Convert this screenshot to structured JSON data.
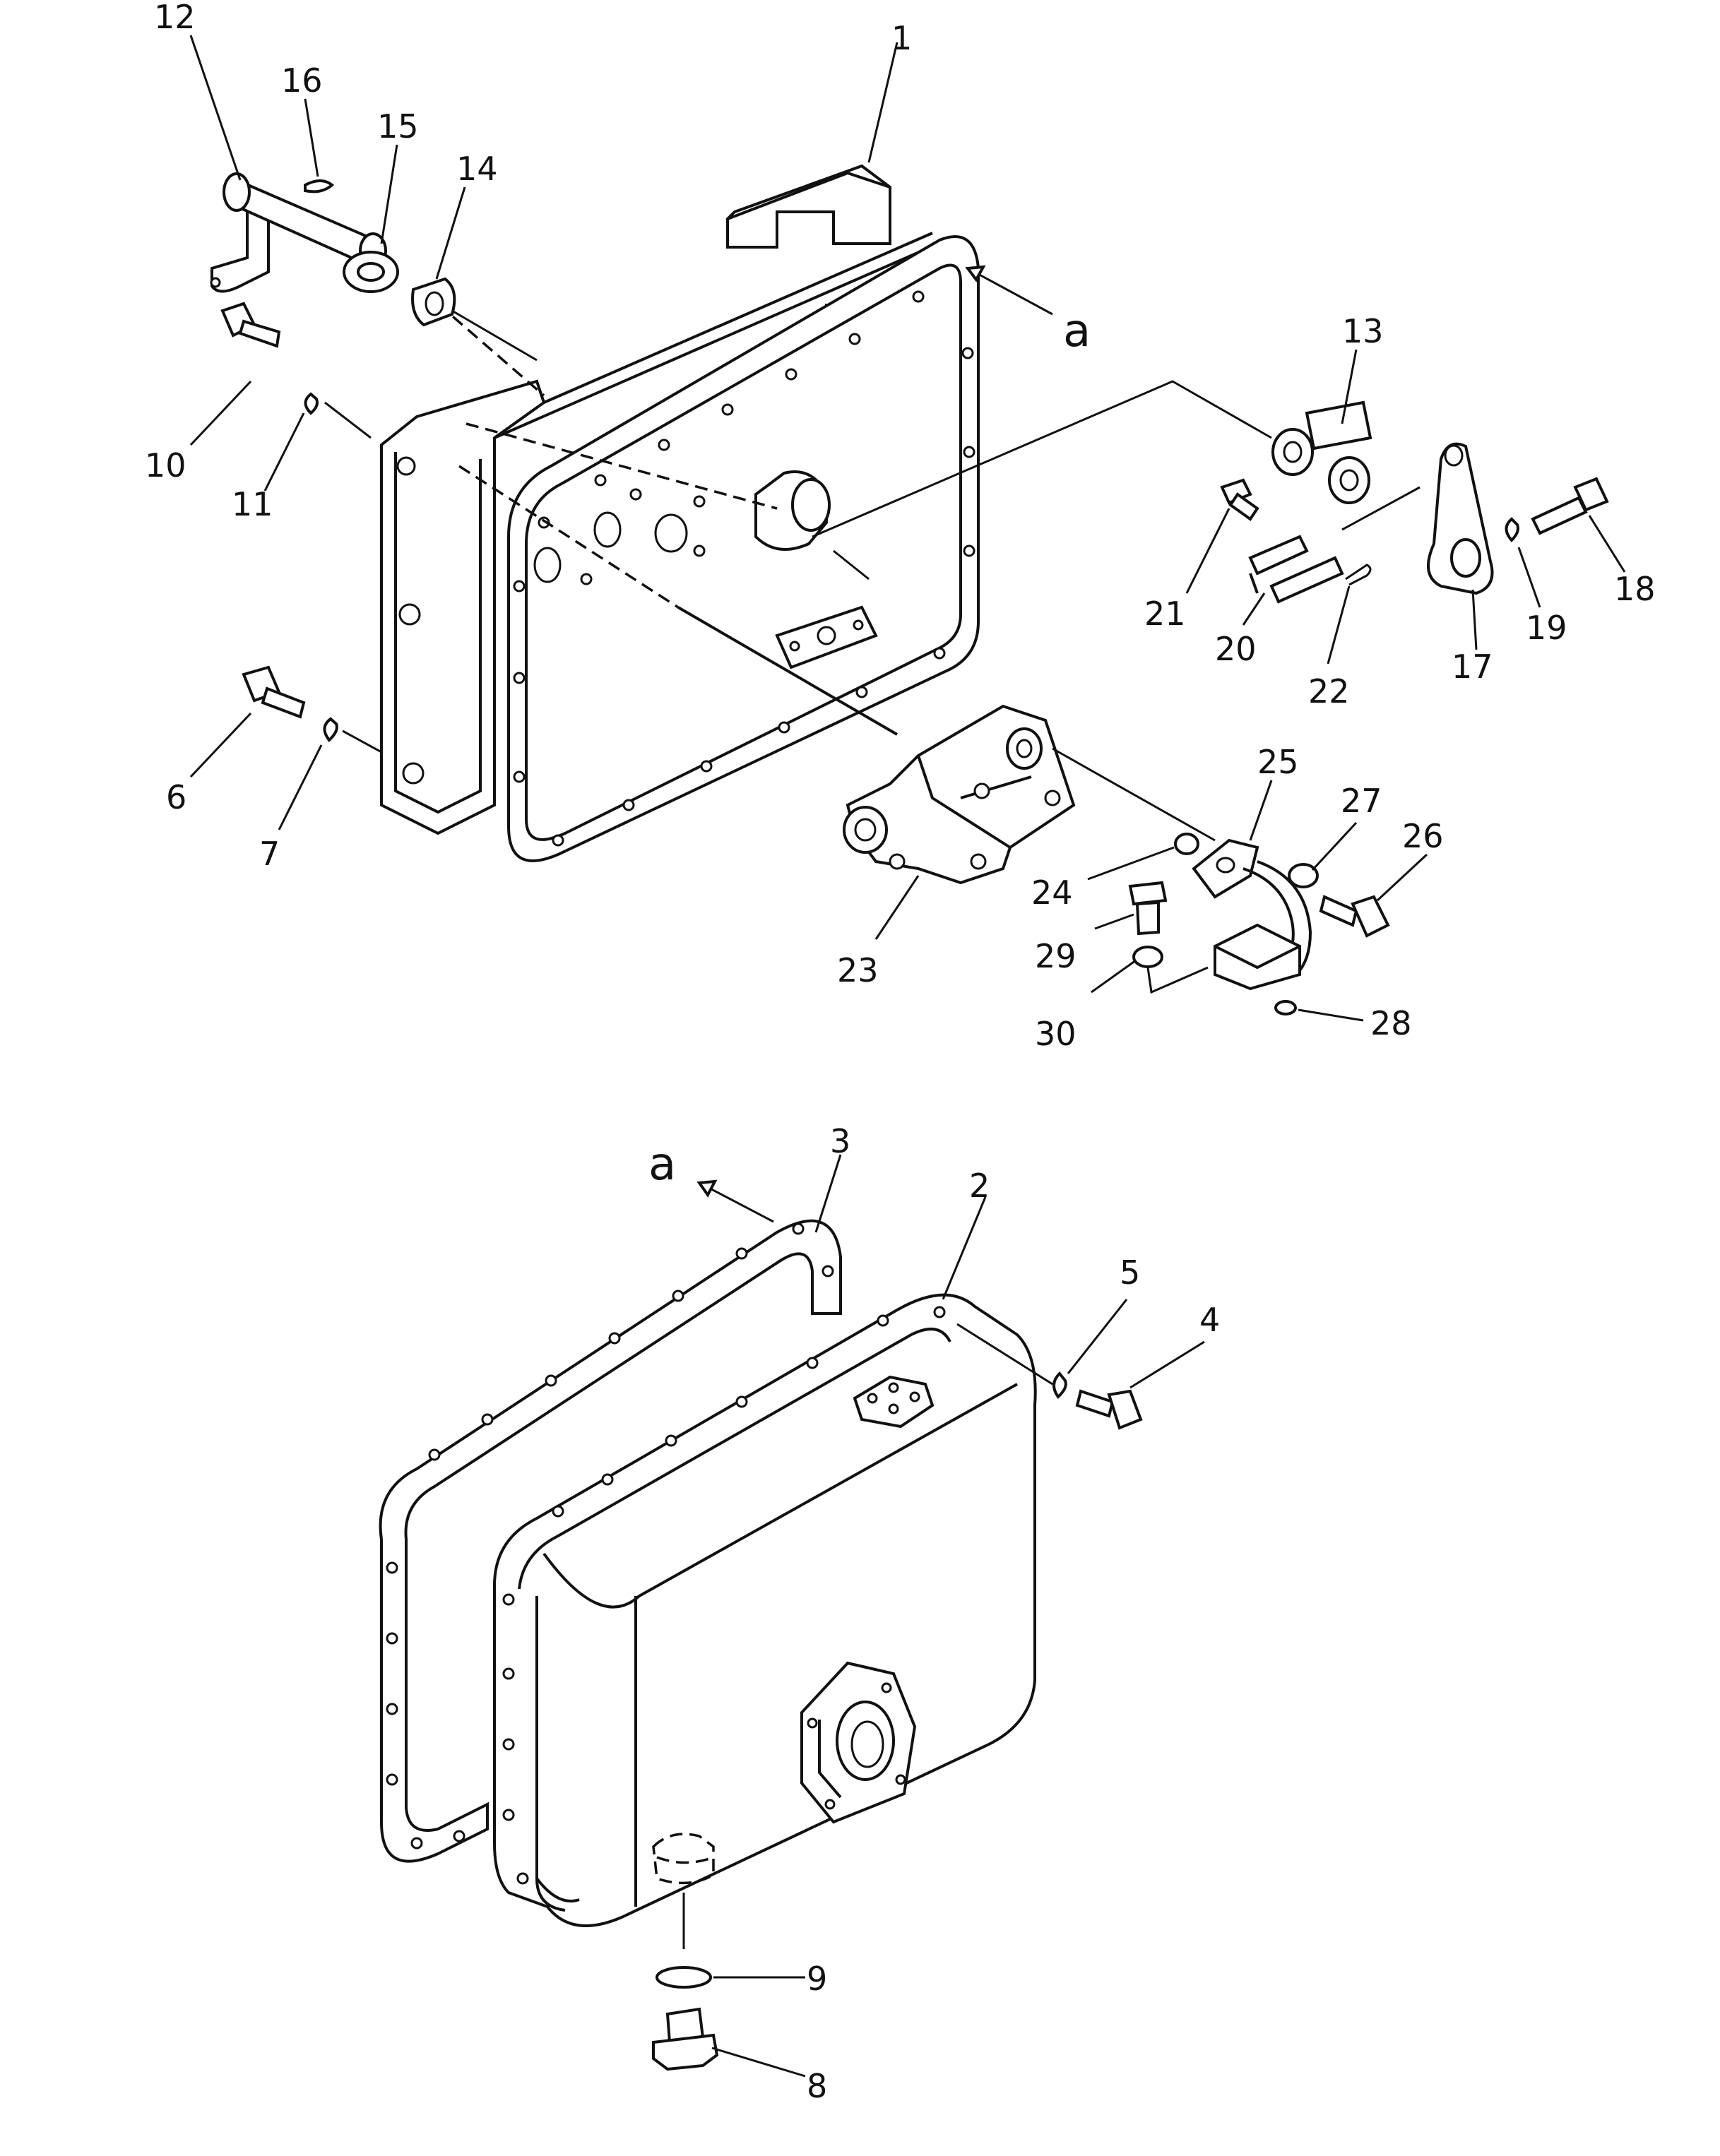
{
  "callouts": [
    {
      "id": "1",
      "text": "1"
    },
    {
      "id": "2",
      "text": "2"
    },
    {
      "id": "3",
      "text": "3"
    },
    {
      "id": "4",
      "text": "4"
    },
    {
      "id": "5",
      "text": "5"
    },
    {
      "id": "6",
      "text": "6"
    },
    {
      "id": "7",
      "text": "7"
    },
    {
      "id": "8",
      "text": "8"
    },
    {
      "id": "9",
      "text": "9"
    },
    {
      "id": "10",
      "text": "10"
    },
    {
      "id": "11",
      "text": "11"
    },
    {
      "id": "12",
      "text": "12"
    },
    {
      "id": "13",
      "text": "13"
    },
    {
      "id": "14",
      "text": "14"
    },
    {
      "id": "15",
      "text": "15"
    },
    {
      "id": "16",
      "text": "16"
    },
    {
      "id": "17",
      "text": "17"
    },
    {
      "id": "18",
      "text": "18"
    },
    {
      "id": "19",
      "text": "19"
    },
    {
      "id": "20",
      "text": "20"
    },
    {
      "id": "21",
      "text": "21"
    },
    {
      "id": "22",
      "text": "22"
    },
    {
      "id": "23",
      "text": "23"
    },
    {
      "id": "24",
      "text": "24"
    },
    {
      "id": "25",
      "text": "25"
    },
    {
      "id": "26",
      "text": "26"
    },
    {
      "id": "27",
      "text": "27"
    },
    {
      "id": "28",
      "text": "28"
    },
    {
      "id": "29",
      "text": "29"
    },
    {
      "id": "30",
      "text": "30"
    }
  ],
  "references": [
    {
      "id": "a-top",
      "text": "a"
    },
    {
      "id": "a-bottom",
      "text": "a"
    }
  ]
}
